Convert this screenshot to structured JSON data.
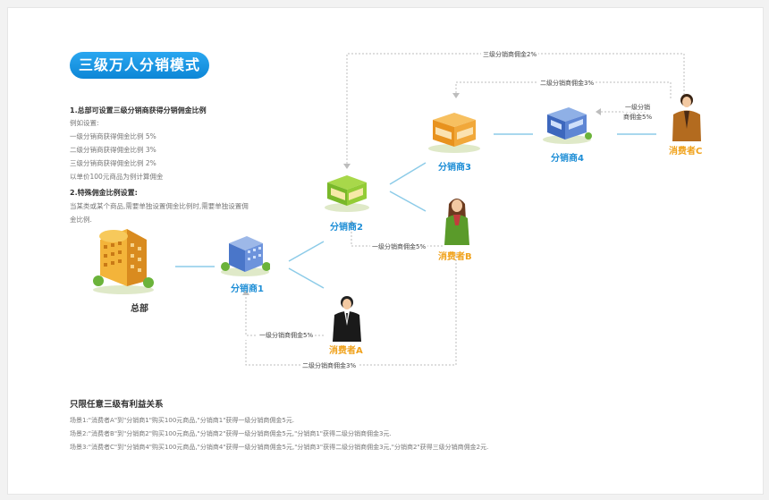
{
  "title": "三级万人分销模式",
  "rules": {
    "heading1": "1.总部可设置三级分销商获得分销佣金比例",
    "lines1": [
      "例如设置:",
      "一级分销商获得佣金比例 5%",
      "二级分销商获得佣金比例 3%",
      "三级分销商获得佣金比例 2%",
      "以单价100元商品为例计算佣金"
    ],
    "heading2": "2.特殊佣金比例设置:",
    "lines2": [
      "当某类或某个商品,需要单独设置佣金比例时,需要单独设置佣",
      "金比例."
    ]
  },
  "nodes": {
    "hq": "总部",
    "d1": "分销商1",
    "d2": "分销商2",
    "d3": "分销商3",
    "d4": "分销商4",
    "ca": "消费者A",
    "cb": "消费者B",
    "cc": "消费者C"
  },
  "commissions": {
    "top": "三级分销商佣金2%",
    "upper": "二级分销商佣金3%",
    "c_line1": "一级分销",
    "c_line2": "商佣金5%",
    "b": "一级分销商佣金5%",
    "a": "一级分销商佣金5%",
    "bottom": "二级分销商佣金3%"
  },
  "scenarios": {
    "heading": "只限任意三级有利益关系",
    "lines": [
      "场景1:\"消费者A\"到\"分销商1\"购买100元商品,\"分销商1\"获得一级分销商佣金5元.",
      "场景2:\"消费者B\"到\"分销商2\"购买100元商品,\"分销商2\"获得一级分销商佣金5元,\"分销商1\"获得二级分销商佣金3元.",
      "场景3:\"消费者C\"到\"分销商4\"购买100元商品,\"分销商4\"获得一级分销商佣金5元,\"分销商3\"获得二级分销商佣金3元,\"分销商2\"获得三级分销商佣金2元."
    ]
  },
  "colors": {
    "accent": "#1e8ed6",
    "consumer": "#f0a21c",
    "line": "#8ccbe8",
    "dotted": "#bdbdbd"
  }
}
